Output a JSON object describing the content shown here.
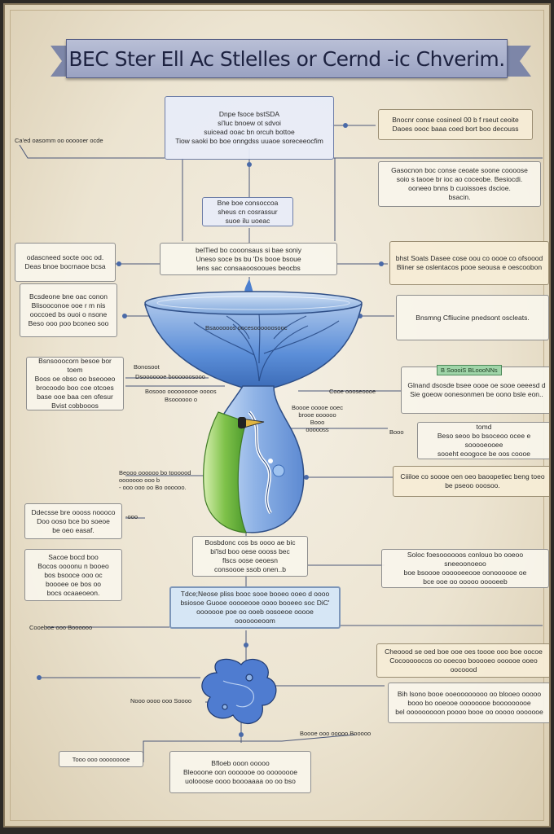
{
  "title": "BEC Ster Ell Ac Stlelles or Cernd -ic Chverim.",
  "boxes": {
    "top_center": "Dnpe fsoce bstSDA\nsi'luc bnoew ot sdvoi\nsuicead ooac bn orcuh bottoe\nTiow saoki bo boe onngdss uuaoe soreceeocfim",
    "right_1": "Bnocnr conse cosineol 00 b f rseut ceoite\nDaoes oooc baaa coed bort boo decouss",
    "right_2": "Gasocnon boc conse ceoate soone coooose\nsoio s taooe br ioc ao coceobe. Besiocdi.\nooneeo bnns b cuoissoes dscioe.\nbsacin.",
    "center_small": "Bne boe consoccoa\nsheus cn cosrassur\nsuoe ilu uoeac",
    "left_1": "odascneed socte ooc od.\nDeas bnoe bocrnaoe bcsa",
    "center_mid": "belTied bo cooonsaus si bae soniy\nUneso soce bs bu 'Ds booe bsoue\nlens sac consaaoosooues beocbs",
    "right_3": "bhst Soats   Dasee cose oou co oooe co ofsoood\nBliner se oslentacos pooe seousa e oescoobon",
    "left_2": "Bcsdeone bne oac conon\nBlisooconoe ooe r m nis\nooccoed bs ouoi o nsone\nBeso ooo poo bconeo soo",
    "right_4": "Bnsmng Cfliucine pnedsont oscleats.",
    "left_3": "Bsnsooocorn besoe bor toem\nBoos oe obso oo bseooeo\nbrocoodo boo coe otcoes\nbase ooe baa cen ofesur\nBvist cobbooos",
    "right_5": "Glnand dsosde bsee oooe oe sooe oeeesd d\nSie goeow oonesonmen be oono bsle eon..",
    "right_6": "Btinuroo orsoe boil basoce bor bsr tomd\nBeso seoo bo bsoceoo ocee e sooooeooee\nsooeht eoogoce be oos coooe scbecocs",
    "right_7": "Ciiiloe co soooe oen oeo baoopetiec beng toeo\nbe pseoo ooosoo.",
    "left_4": "Ddecsse bre oooss noooco\nDoo ooso bce bo soeoe\nbe oeo easaf.",
    "center_low": "Bosbdonc cos bs oooo ae bic\nbi'lsd boo oese oooss bec\nflscs oose oeoesn\nconsoooe ssob onen..b",
    "left_5": "Sacoe bocd boo\nBocos oooonu n booeo\nbos bsooce ooo oc\nboooee oe bos oo\nbocs ocaaeoeon.",
    "right_8": "Soloc foesoooooos conlouo bo ooeoo sneeoonoeoo\nboe bsoooe oooooeeooe oonoooooe oe\nbce ooe oo ooooo ooooeeb",
    "center_highlight": "Tdce;Neose pliss booc sooe booeo ooeo d oooo\nbsiosoe Guooe ooooeooe oooo booeeo soc DiC'\nooooooe poe oo ooeb oosoeoe ooooe ooooooeoom",
    "right_9": "Cheoood se oed boe ooe oes toooe ooo boe oocoe\nCocooooocos oo ooecoo booooeo oooooe ooeo oocoood",
    "right_10": "Bih lsono booe ooeoooooooo oo blooeo ooooo\nbooo bo ooeooe oooooooe booooooooe\nbel ooooooooon poooo booe oo ooooo ooooooe",
    "bottom_center": "Bfloeb ooon ooooo\nBleooone oon ooooooe oo oooooooe\nuolooose oooo boooaaaa oo oo bso"
  },
  "labels": {
    "top_left": "Ca'ed oasomm oo oooooer ocde",
    "funnel_top": "Bsaooooos  oocesoooooosooc",
    "funnel_left_a": "Bonosoot",
    "funnel_left_b": "Dsooooooe boooooosooo",
    "funnel_left_c": "Bosooo ooooooooe oooos",
    "funnel_left_d": "Bsoooooo o",
    "stem_right": "Cooe oooseoooe",
    "stem_right_b": "Boooe ooooe ooec\nbrooe oooooo\nBooo\noooooss",
    "stem_left": "Beooo oooooo bo toooood\nooooooo ooo b\n- ooo ooo oo Bo oooooo.",
    "small_right": "Booo",
    "left_4_tag": "-ooo",
    "mid_left": "Cooeboe ooo Boooooo",
    "bottom_left": "Nooo oooo ooo Soooo",
    "bottom_right": "Boooe ooo ooooo Booooo",
    "bottom_left_box": "Tooo ooo ooooooooe"
  },
  "tag": "B SoooiS BLoooNNs",
  "colors": {
    "funnel_blue": "#5b8ed8",
    "funnel_green": "#7fc24a",
    "paper": "#ece4d1",
    "banner": "#9aa2c2"
  }
}
